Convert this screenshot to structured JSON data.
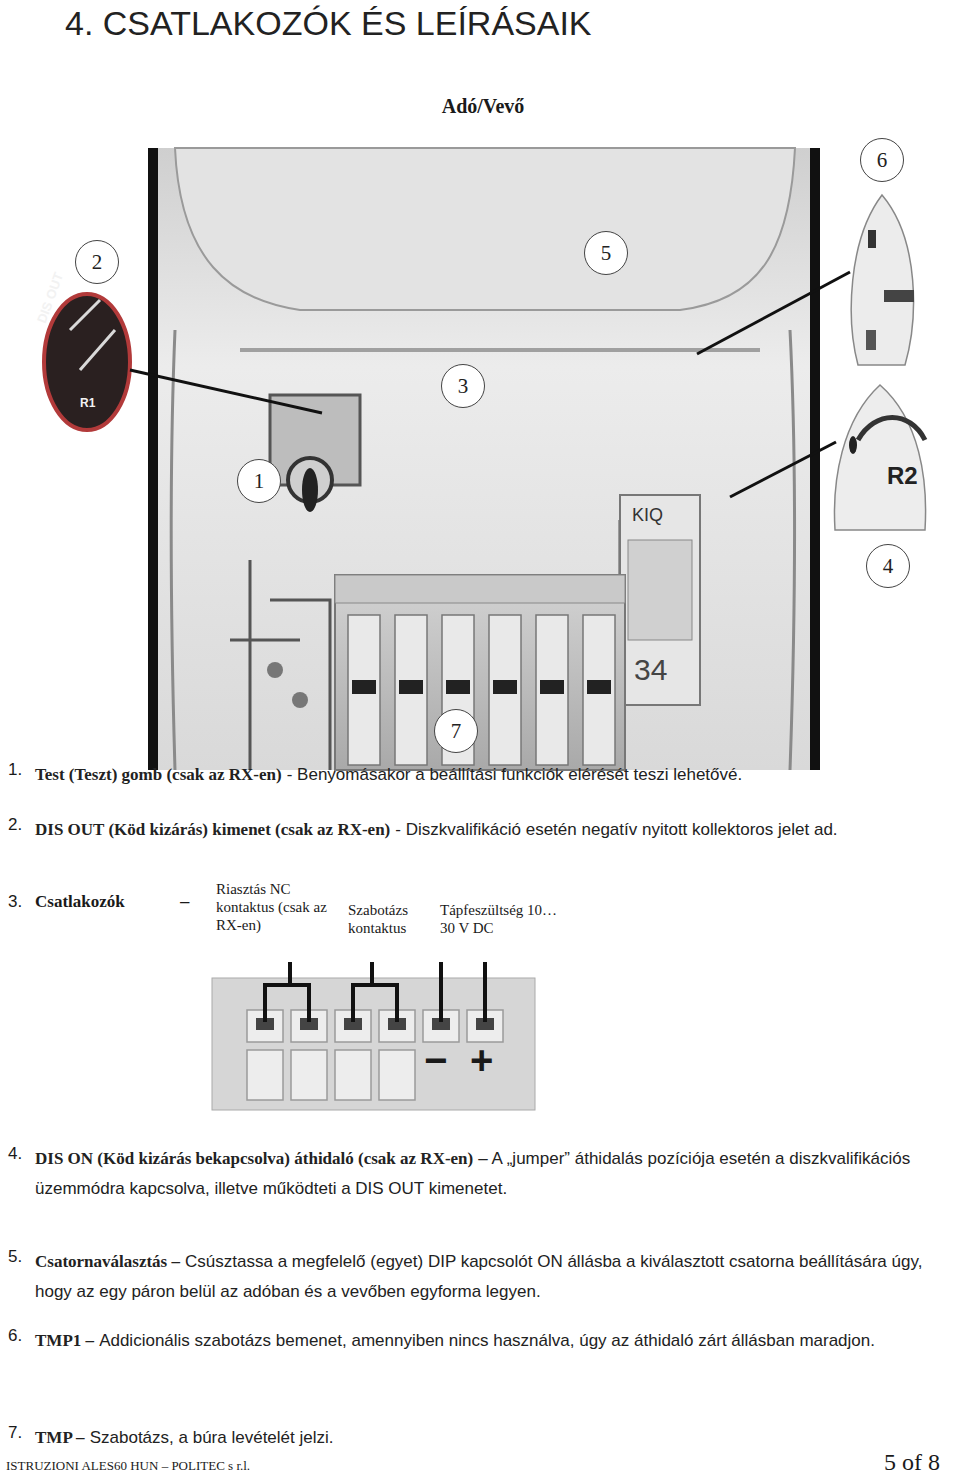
{
  "diagram": {
    "title": "4. CSATLAKOZÓK ÉS LEÍRÁSAIK",
    "nodes": [
      {
        "text": [
          "6"
        ]
      },
      {
        "text": [
          "2"
        ]
      },
      {
        "text": [
          "5"
        ]
      },
      {
        "text": [
          "3"
        ]
      },
      {
        "text": [
          "1"
        ]
      },
      {
        "text": [
          "4"
        ]
      },
      {
        "text": [
          "7"
        ]
      }
    ],
    "labels": [
      "Adó/Vevő",
      "DIS OUT",
      "R1",
      "R2",
      "KIQ",
      "34",
      "1.",
      "Test (Teszt) gomb (csak az RX-en)",
      "- Benyomásakor a beállítási funkciók elérését teszi lehetővé.",
      "2.",
      "DIS OUT (Köd kizárás) kimenet (csak az RX-en)",
      "- Diszkvalifikáció esetén negatív nyitott kollektoros jelet ad.",
      "3.",
      "Csatlakozók",
      "–",
      "Riasztás NC kontaktus (csak az RX-en)",
      "Szabotázs kontaktus",
      "Tápfeszültség 10…30 V DC",
      "−",
      "+",
      "4.",
      "DIS ON (Köd kizárás bekapcsolva) áthidaló (csak az RX-en)",
      "– A „jumper” áthidalás pozíciója esetén a diszkvalifikációs üzemmódra kapcsolva, illetve működteti a DIS OUT kimenetet.",
      "5.",
      "Csatornaválasztás –",
      "Csúsztassa a megfelelő (egyet) DIP kapcsolót ON állásba a kiválasztott csatorna beállítására úgy, hogy az egy páron belül az adóban és a vevőben egyforma legyen.",
      "6.",
      "TMP1 –",
      "Addicionális szabotázs bemenet, amennyiben nincs használva, úgy az áthidaló zárt állásban maradjon.",
      "7.",
      "TMP –",
      "Szabotázs, a búra levételét jelzi.",
      "ISTRUZIONI ALES60 HUN – POLITEC s r.l.",
      "5 of 8"
    ]
  }
}
